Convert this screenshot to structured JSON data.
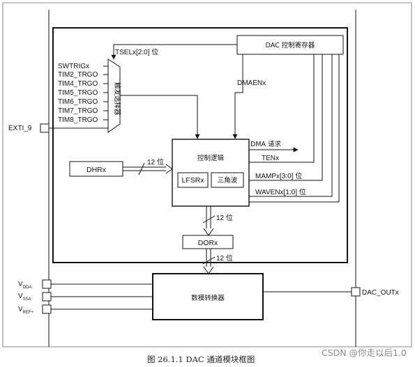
{
  "diagram": {
    "register_box": "DAC 控制寄存器",
    "tsel_label": "TSELx[2:0] 位",
    "dmaen_label": "DMAENx",
    "trigger_inputs": [
      "SWTRIGx",
      "TIM2_TRGO",
      "TIM4_TRGO",
      "TIM5_TRGO",
      "TIM6_TRGO",
      "TIM7_TRGO",
      "TIM8_TRGO"
    ],
    "mux_label": "触发选择器",
    "exti_label": "EXTI_9",
    "control_logic": "控制逻辑",
    "lfsr": "LFSRx",
    "triangle": "三角波",
    "dma_request": "DMA 请求",
    "ten": "TENx",
    "mamp": "MAMPx[3:0] 位",
    "waven": "WAVENx[1:0] 位",
    "dhr": "DHRx",
    "bits_dhr": "12 位",
    "bits_mid": "12 位",
    "bits_dor": "12 位",
    "dor": "DORx",
    "converter": "数模转换器",
    "vdda_main": "V",
    "vdda_sub": "DDA",
    "vssa_main": "V",
    "vssa_sub": "SSA",
    "vref_main": "V",
    "vref_sub": "REF+",
    "dac_out": "DAC_OUTx"
  },
  "caption": "图 26.1.1 DAC 通道模块框图",
  "watermark": "CSDN @你走以后1.0"
}
